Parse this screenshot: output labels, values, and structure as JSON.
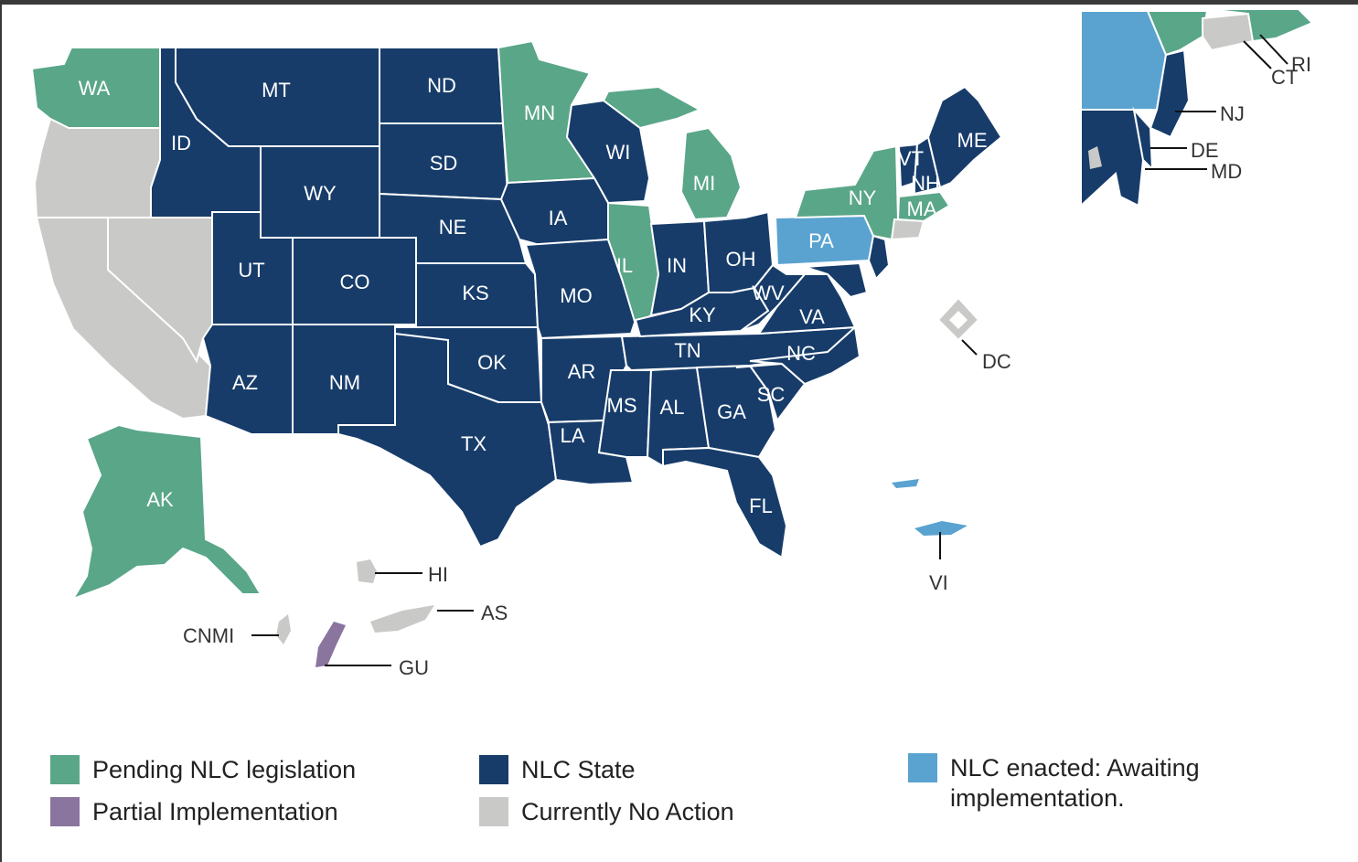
{
  "colors": {
    "nlc_state": "#173c6a",
    "pending": "#5aa689",
    "no_action": "#c9c9c7",
    "enacted": "#5aa3d0",
    "partial": "#8a759e",
    "frame": "#3a3a3a"
  },
  "states": {
    "WA": "WA",
    "ID": "ID",
    "MT": "MT",
    "ND": "ND",
    "MN": "MN",
    "SD": "SD",
    "WY": "WY",
    "NE": "NE",
    "IA": "IA",
    "WI": "WI",
    "MI": "MI",
    "UT": "UT",
    "CO": "CO",
    "KS": "KS",
    "MO": "MO",
    "IL": "IL",
    "IN": "IN",
    "OH": "OH",
    "PA": "PA",
    "NY": "NY",
    "VT": "VT",
    "NH": "NH",
    "ME": "ME",
    "MA": "MA",
    "AZ": "AZ",
    "NM": "NM",
    "OK": "OK",
    "AR": "AR",
    "TX": "TX",
    "LA": "LA",
    "MS": "MS",
    "AL": "AL",
    "GA": "GA",
    "SC": "SC",
    "NC": "NC",
    "TN": "TN",
    "KY": "KY",
    "WV": "WV",
    "VA": "VA",
    "FL": "FL",
    "AK": "AK"
  },
  "callouts": {
    "HI": "HI",
    "AS": "AS",
    "CNMI": "CNMI",
    "GU": "GU",
    "VI": "VI",
    "DC": "DC",
    "NJ": "NJ",
    "DE": "DE",
    "MD": "MD",
    "CT": "CT",
    "RI": "RI"
  },
  "legend": {
    "pending": "Pending NLC legislation",
    "partial": "Partial Implementation",
    "nlc_state": "NLC State",
    "no_action": "Currently No Action",
    "enacted_line1": "NLC enacted: Awaiting",
    "enacted_line2": "implementation."
  }
}
